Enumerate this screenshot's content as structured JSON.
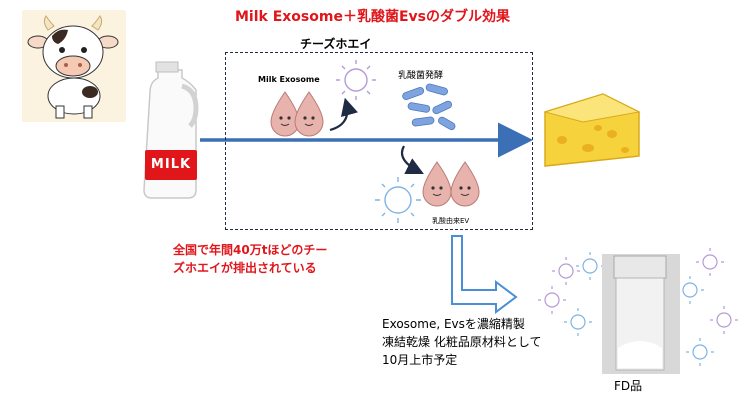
{
  "title": "Milk Exosome＋乳酸菌Evsのダブル効果",
  "process": {
    "box_label": "チーズホエイ",
    "milk_exosome_label": "Milk Exosome",
    "fermentation_label": "乳酸菌発酵",
    "lactic_ev_label": "乳酸由来EV"
  },
  "milk_carton_label": "MILK",
  "note": {
    "line1": "全国で年間40万tほどのチー",
    "line2": "ズホエイが排出されている"
  },
  "plan": {
    "line1": "Exosome, Evsを濃縮精製",
    "line2": "凍結乾燥 化粧品原材料として",
    "line3": "10月上市予定"
  },
  "product_label": "FD品",
  "colors": {
    "title_red": "#e0161b",
    "flow_arrow": "#3b6fb6",
    "outline_arrow": "#4a8fd6",
    "cheese": "#f6d23d"
  }
}
